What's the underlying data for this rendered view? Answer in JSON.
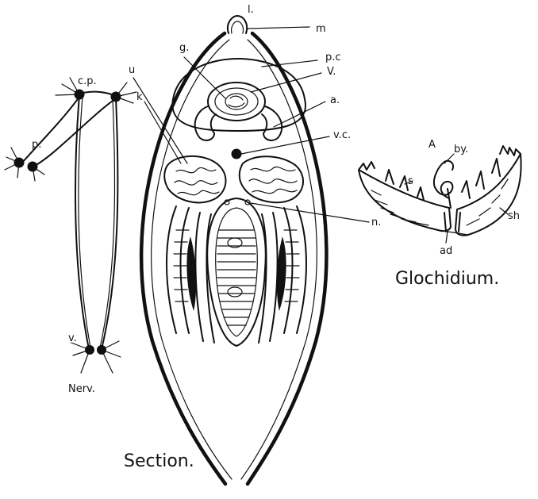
{
  "labels": {
    "l": "l.",
    "m": "m",
    "g": "g.",
    "pc": "p.c",
    "v_heart": "V.",
    "a": "a.",
    "u": "u",
    "k": "k",
    "vc": "v.c.",
    "n": "n.",
    "cp": "c.p.",
    "p": "p.",
    "v_nerve": "v.",
    "nerv": "Nerv.",
    "A": "A",
    "by": "by.",
    "s": "s",
    "sh": "sh",
    "ad": "ad",
    "glochidium": "Glochidium.",
    "section": "Section."
  },
  "colors": {
    "ink": "#111111",
    "paper": "#ffffff"
  }
}
